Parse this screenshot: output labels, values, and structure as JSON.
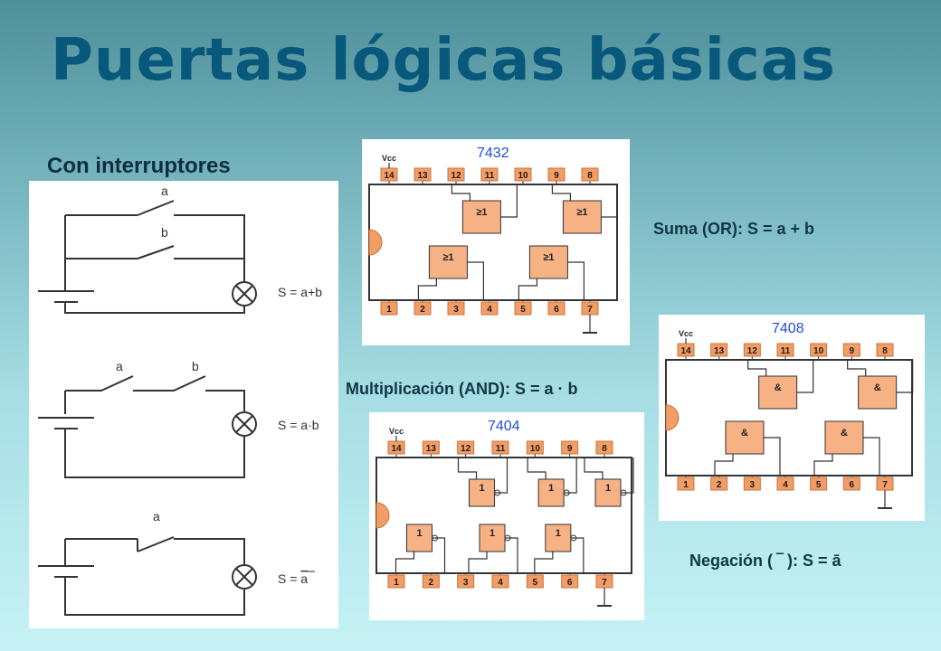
{
  "title": "Puertas lógicas básicas",
  "subtitle": "Con interruptores",
  "circuits": {
    "or": {
      "switch_a": "a",
      "switch_b": "b",
      "formula": "S = a+b"
    },
    "and": {
      "switch_a": "a",
      "switch_b": "b",
      "formula": "S = a·b"
    },
    "not": {
      "switch_a": "a",
      "formula_prefix": "S = ",
      "formula_var": "a"
    }
  },
  "chips": {
    "or": {
      "number": "7432",
      "vcc": "Vcc",
      "gate_symbol": "≥1"
    },
    "and": {
      "number": "7408",
      "vcc": "Vcc",
      "gate_symbol": "&"
    },
    "not": {
      "number": "7404",
      "vcc": "Vcc",
      "gate_symbol": "1"
    },
    "top_pins": [
      "14",
      "13",
      "12",
      "11",
      "10",
      "9",
      "8"
    ],
    "bottom_pins": [
      "1",
      "2",
      "3",
      "4",
      "5",
      "6",
      "7"
    ]
  },
  "labels": {
    "or": "Suma (OR):  S = a + b",
    "and": "Multiplicación (AND):  S = a · b",
    "not_prefix": "Negación ( ",
    "not_bar": "‾",
    "not_suffix": " ):  S = ā"
  }
}
